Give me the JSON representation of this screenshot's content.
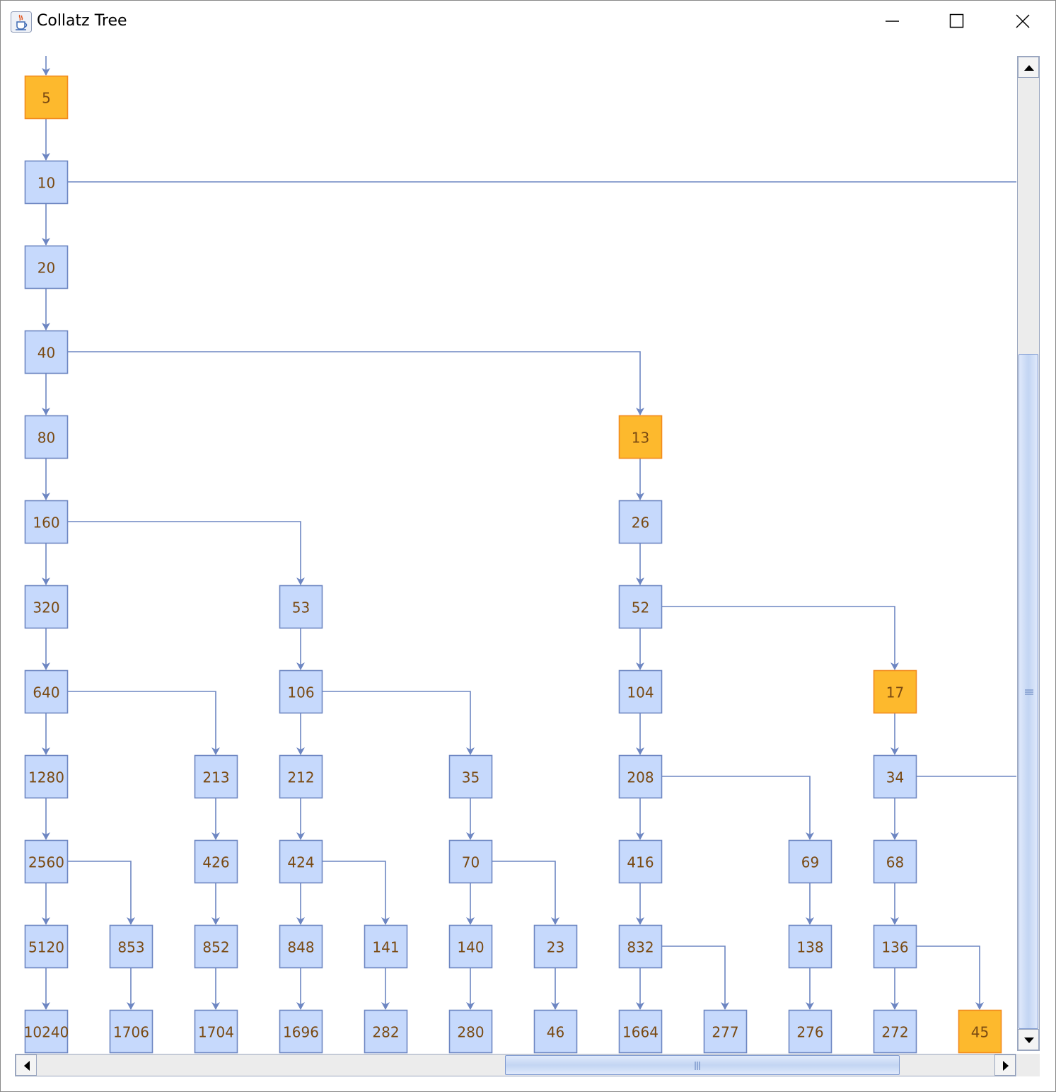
{
  "window": {
    "title": "Collatz Tree",
    "controls": [
      "minimize",
      "maximize",
      "close"
    ],
    "icon": "java-cup-icon"
  },
  "colors": {
    "node_fill": "#c6d9fc",
    "node_border": "#6d86c2",
    "highlight_fill": "#fdb92d",
    "highlight_border": "#f28a1d",
    "edge": "#6d86c2",
    "label": "#7a4a12"
  },
  "tree": {
    "nodes": [
      {
        "id": "5",
        "label": "5",
        "col": 0,
        "row": 0,
        "highlight": true
      },
      {
        "id": "10",
        "label": "10",
        "col": 0,
        "row": 1,
        "highlight": false
      },
      {
        "id": "20",
        "label": "20",
        "col": 0,
        "row": 2,
        "highlight": false
      },
      {
        "id": "40",
        "label": "40",
        "col": 0,
        "row": 3,
        "highlight": false
      },
      {
        "id": "80",
        "label": "80",
        "col": 0,
        "row": 4,
        "highlight": false
      },
      {
        "id": "160",
        "label": "160",
        "col": 0,
        "row": 5,
        "highlight": false
      },
      {
        "id": "320",
        "label": "320",
        "col": 0,
        "row": 6,
        "highlight": false
      },
      {
        "id": "640",
        "label": "640",
        "col": 0,
        "row": 7,
        "highlight": false
      },
      {
        "id": "1280",
        "label": "1280",
        "col": 0,
        "row": 8,
        "highlight": false
      },
      {
        "id": "2560",
        "label": "2560",
        "col": 0,
        "row": 9,
        "highlight": false
      },
      {
        "id": "5120",
        "label": "5120",
        "col": 0,
        "row": 10,
        "highlight": false
      },
      {
        "id": "10240",
        "label": "10240",
        "col": 0,
        "row": 11,
        "highlight": false
      },
      {
        "id": "853",
        "label": "853",
        "col": 1,
        "row": 10,
        "highlight": false
      },
      {
        "id": "1706",
        "label": "1706",
        "col": 1,
        "row": 11,
        "highlight": false
      },
      {
        "id": "213",
        "label": "213",
        "col": 2,
        "row": 8,
        "highlight": false
      },
      {
        "id": "426",
        "label": "426",
        "col": 2,
        "row": 9,
        "highlight": false
      },
      {
        "id": "852",
        "label": "852",
        "col": 2,
        "row": 10,
        "highlight": false
      },
      {
        "id": "1704",
        "label": "1704",
        "col": 2,
        "row": 11,
        "highlight": false
      },
      {
        "id": "53",
        "label": "53",
        "col": 3,
        "row": 6,
        "highlight": false
      },
      {
        "id": "106",
        "label": "106",
        "col": 3,
        "row": 7,
        "highlight": false
      },
      {
        "id": "212",
        "label": "212",
        "col": 3,
        "row": 8,
        "highlight": false
      },
      {
        "id": "424",
        "label": "424",
        "col": 3,
        "row": 9,
        "highlight": false
      },
      {
        "id": "848",
        "label": "848",
        "col": 3,
        "row": 10,
        "highlight": false
      },
      {
        "id": "1696",
        "label": "1696",
        "col": 3,
        "row": 11,
        "highlight": false
      },
      {
        "id": "141",
        "label": "141",
        "col": 4,
        "row": 10,
        "highlight": false
      },
      {
        "id": "282",
        "label": "282",
        "col": 4,
        "row": 11,
        "highlight": false
      },
      {
        "id": "35",
        "label": "35",
        "col": 5,
        "row": 8,
        "highlight": false
      },
      {
        "id": "70",
        "label": "70",
        "col": 5,
        "row": 9,
        "highlight": false
      },
      {
        "id": "140",
        "label": "140",
        "col": 5,
        "row": 10,
        "highlight": false
      },
      {
        "id": "280",
        "label": "280",
        "col": 5,
        "row": 11,
        "highlight": false
      },
      {
        "id": "23",
        "label": "23",
        "col": 6,
        "row": 10,
        "highlight": false
      },
      {
        "id": "46",
        "label": "46",
        "col": 6,
        "row": 11,
        "highlight": false
      },
      {
        "id": "13",
        "label": "13",
        "col": 7,
        "row": 4,
        "highlight": true
      },
      {
        "id": "26",
        "label": "26",
        "col": 7,
        "row": 5,
        "highlight": false
      },
      {
        "id": "52",
        "label": "52",
        "col": 7,
        "row": 6,
        "highlight": false
      },
      {
        "id": "104",
        "label": "104",
        "col": 7,
        "row": 7,
        "highlight": false
      },
      {
        "id": "208",
        "label": "208",
        "col": 7,
        "row": 8,
        "highlight": false
      },
      {
        "id": "416",
        "label": "416",
        "col": 7,
        "row": 9,
        "highlight": false
      },
      {
        "id": "832",
        "label": "832",
        "col": 7,
        "row": 10,
        "highlight": false
      },
      {
        "id": "1664",
        "label": "1664",
        "col": 7,
        "row": 11,
        "highlight": false
      },
      {
        "id": "277",
        "label": "277",
        "col": 8,
        "row": 11,
        "highlight": false
      },
      {
        "id": "69",
        "label": "69",
        "col": 9,
        "row": 9,
        "highlight": false
      },
      {
        "id": "138",
        "label": "138",
        "col": 9,
        "row": 10,
        "highlight": false
      },
      {
        "id": "276",
        "label": "276",
        "col": 9,
        "row": 11,
        "highlight": false
      },
      {
        "id": "17",
        "label": "17",
        "col": 10,
        "row": 7,
        "highlight": true
      },
      {
        "id": "34",
        "label": "34",
        "col": 10,
        "row": 8,
        "highlight": false
      },
      {
        "id": "68",
        "label": "68",
        "col": 10,
        "row": 9,
        "highlight": false
      },
      {
        "id": "136",
        "label": "136",
        "col": 10,
        "row": 10,
        "highlight": false
      },
      {
        "id": "272",
        "label": "272",
        "col": 10,
        "row": 11,
        "highlight": false
      },
      {
        "id": "45",
        "label": "45",
        "col": 11,
        "row": 11,
        "highlight": true
      }
    ],
    "edges": [
      [
        "5",
        "10"
      ],
      [
        "10",
        "20"
      ],
      [
        "20",
        "40"
      ],
      [
        "40",
        "80"
      ],
      [
        "80",
        "160"
      ],
      [
        "160",
        "320"
      ],
      [
        "320",
        "640"
      ],
      [
        "640",
        "1280"
      ],
      [
        "1280",
        "2560"
      ],
      [
        "2560",
        "5120"
      ],
      [
        "5120",
        "10240"
      ],
      [
        "2560",
        "853"
      ],
      [
        "853",
        "1706"
      ],
      [
        "640",
        "213"
      ],
      [
        "213",
        "426"
      ],
      [
        "426",
        "852"
      ],
      [
        "852",
        "1704"
      ],
      [
        "160",
        "53"
      ],
      [
        "53",
        "106"
      ],
      [
        "106",
        "212"
      ],
      [
        "212",
        "424"
      ],
      [
        "424",
        "848"
      ],
      [
        "848",
        "1696"
      ],
      [
        "424",
        "141"
      ],
      [
        "141",
        "282"
      ],
      [
        "106",
        "35"
      ],
      [
        "35",
        "70"
      ],
      [
        "70",
        "140"
      ],
      [
        "140",
        "280"
      ],
      [
        "70",
        "23"
      ],
      [
        "23",
        "46"
      ],
      [
        "40",
        "13"
      ],
      [
        "13",
        "26"
      ],
      [
        "26",
        "52"
      ],
      [
        "52",
        "104"
      ],
      [
        "104",
        "208"
      ],
      [
        "208",
        "416"
      ],
      [
        "416",
        "832"
      ],
      [
        "832",
        "1664"
      ],
      [
        "832",
        "277"
      ],
      [
        "208",
        "69"
      ],
      [
        "69",
        "138"
      ],
      [
        "138",
        "276"
      ],
      [
        "52",
        "17"
      ],
      [
        "17",
        "34"
      ],
      [
        "34",
        "68"
      ],
      [
        "68",
        "136"
      ],
      [
        "136",
        "272"
      ],
      [
        "136",
        "45"
      ]
    ],
    "offscreen_edges": [
      {
        "from": "10",
        "direction": "right"
      },
      {
        "from": "34",
        "direction": "right"
      }
    ],
    "incoming_edge_to": "5"
  },
  "scrollbars": {
    "vertical": {
      "position": 0.3,
      "visible_fraction": 0.68
    },
    "horizontal": {
      "position": 0.49,
      "visible_fraction": 0.41
    }
  }
}
